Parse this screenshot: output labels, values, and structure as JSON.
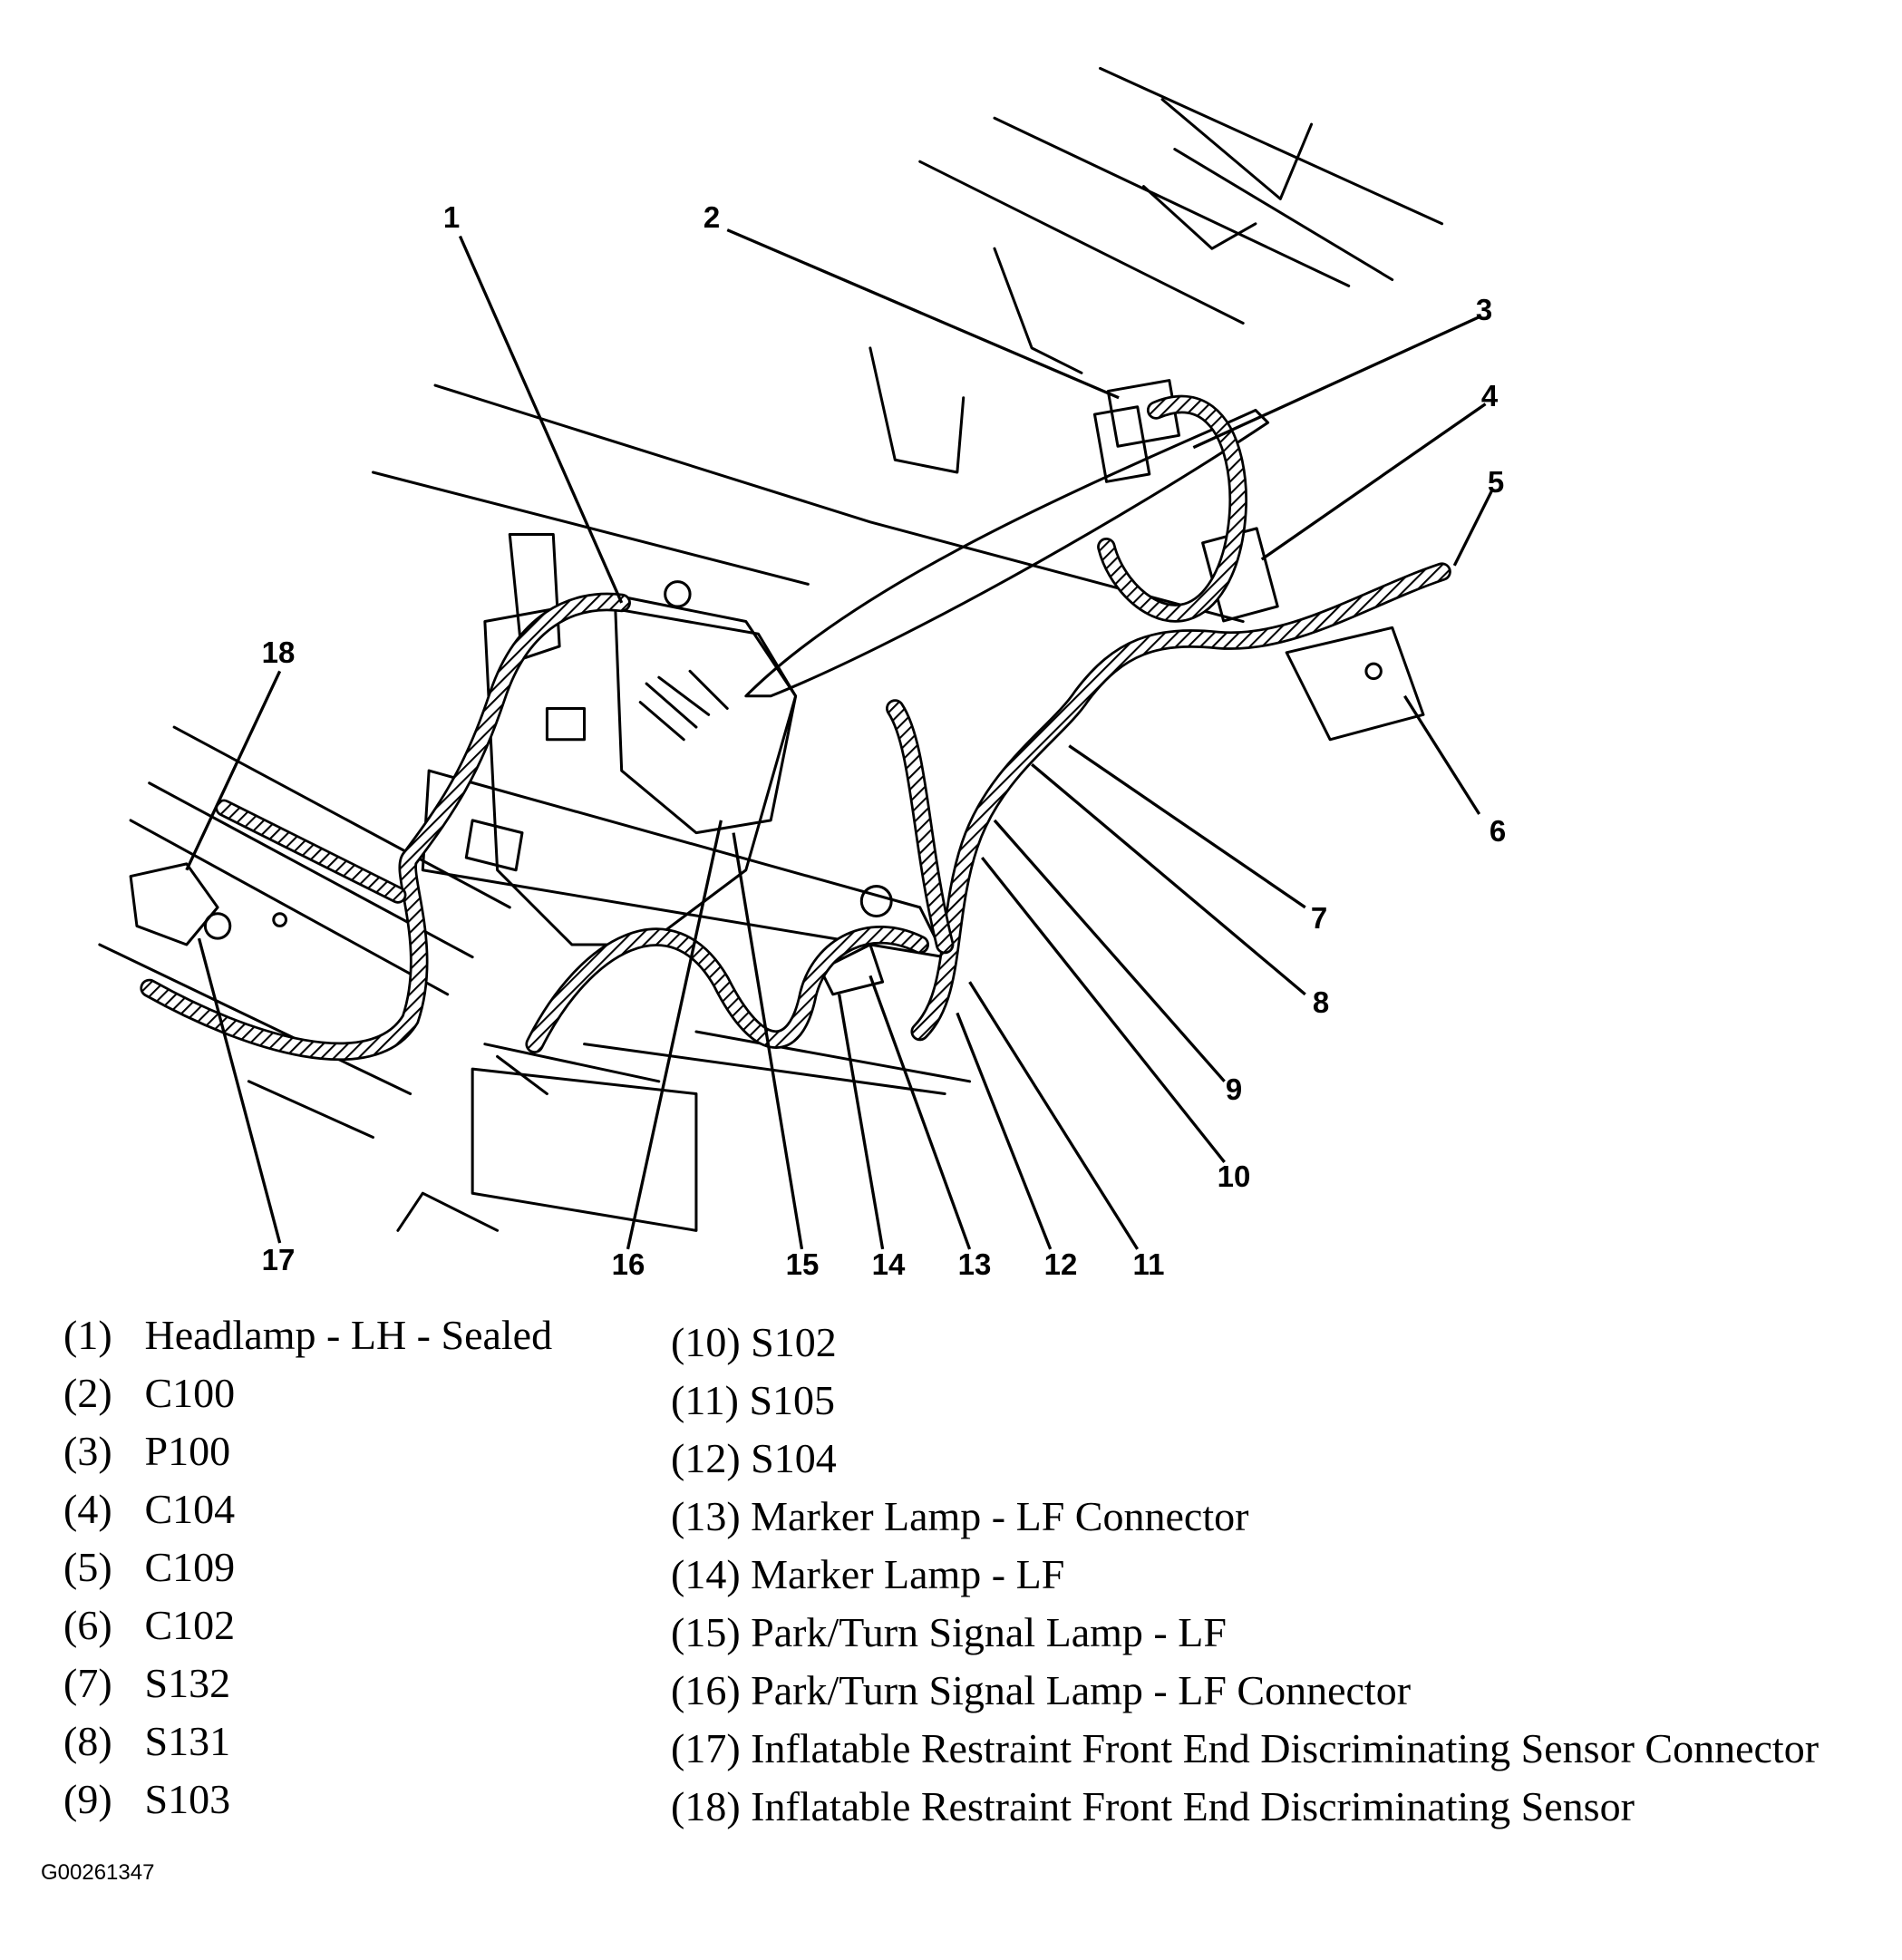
{
  "callouts": [
    "1",
    "2",
    "3",
    "4",
    "5",
    "6",
    "7",
    "8",
    "9",
    "10",
    "11",
    "12",
    "13",
    "14",
    "15",
    "16",
    "17",
    "18"
  ],
  "legend": [
    {
      "num": "(1)",
      "label": "Headlamp - LH - Sealed"
    },
    {
      "num": "(2)",
      "label": "C100"
    },
    {
      "num": "(3)",
      "label": "P100"
    },
    {
      "num": "(4)",
      "label": "C104"
    },
    {
      "num": "(5)",
      "label": "C109"
    },
    {
      "num": "(6)",
      "label": "C102"
    },
    {
      "num": "(7)",
      "label": "S132"
    },
    {
      "num": "(8)",
      "label": "S131"
    },
    {
      "num": "(9)",
      "label": "S103"
    },
    {
      "num": "(10)",
      "label": "S102"
    },
    {
      "num": "(11)",
      "label": "S105"
    },
    {
      "num": "(12)",
      "label": "S104"
    },
    {
      "num": "(13)",
      "label": "Marker Lamp - LF Connector"
    },
    {
      "num": "(14)",
      "label": "Marker Lamp - LF"
    },
    {
      "num": "(15)",
      "label": "Park/Turn Signal Lamp - LF"
    },
    {
      "num": "(16)",
      "label": "Park/Turn Signal Lamp - LF Connector"
    },
    {
      "num": "(17)",
      "label": "Inflatable Restraint Front End Discriminating Sensor Connector"
    },
    {
      "num": "(18)",
      "label": "Inflatable Restraint Front End Discriminating Sensor"
    }
  ],
  "figure_id": "G00261347"
}
